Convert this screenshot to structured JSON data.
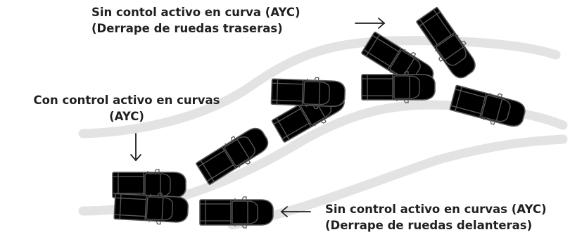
{
  "captions": {
    "top": {
      "line1": "Sin contol activo en curva (AYC)",
      "line2": "(Derrape de ruedas traseras)"
    },
    "left": {
      "line1": "Con control activo en curvas",
      "line2": "(AYC)"
    },
    "bottom": {
      "line1": "Sin control activo en curvas (AYC)",
      "line2": "(Derrape de ruedas delanteras)"
    }
  },
  "colors": {
    "road": "#e3e3e3",
    "truck_body": "#ffffff",
    "truck_ghost": "#d6d6d6",
    "outline": "#5a5a5a",
    "text": "#231f20"
  },
  "icons": [
    "arrow-right-icon",
    "arrow-down-icon",
    "arrow-left-icon",
    "pickup-truck-icon"
  ]
}
